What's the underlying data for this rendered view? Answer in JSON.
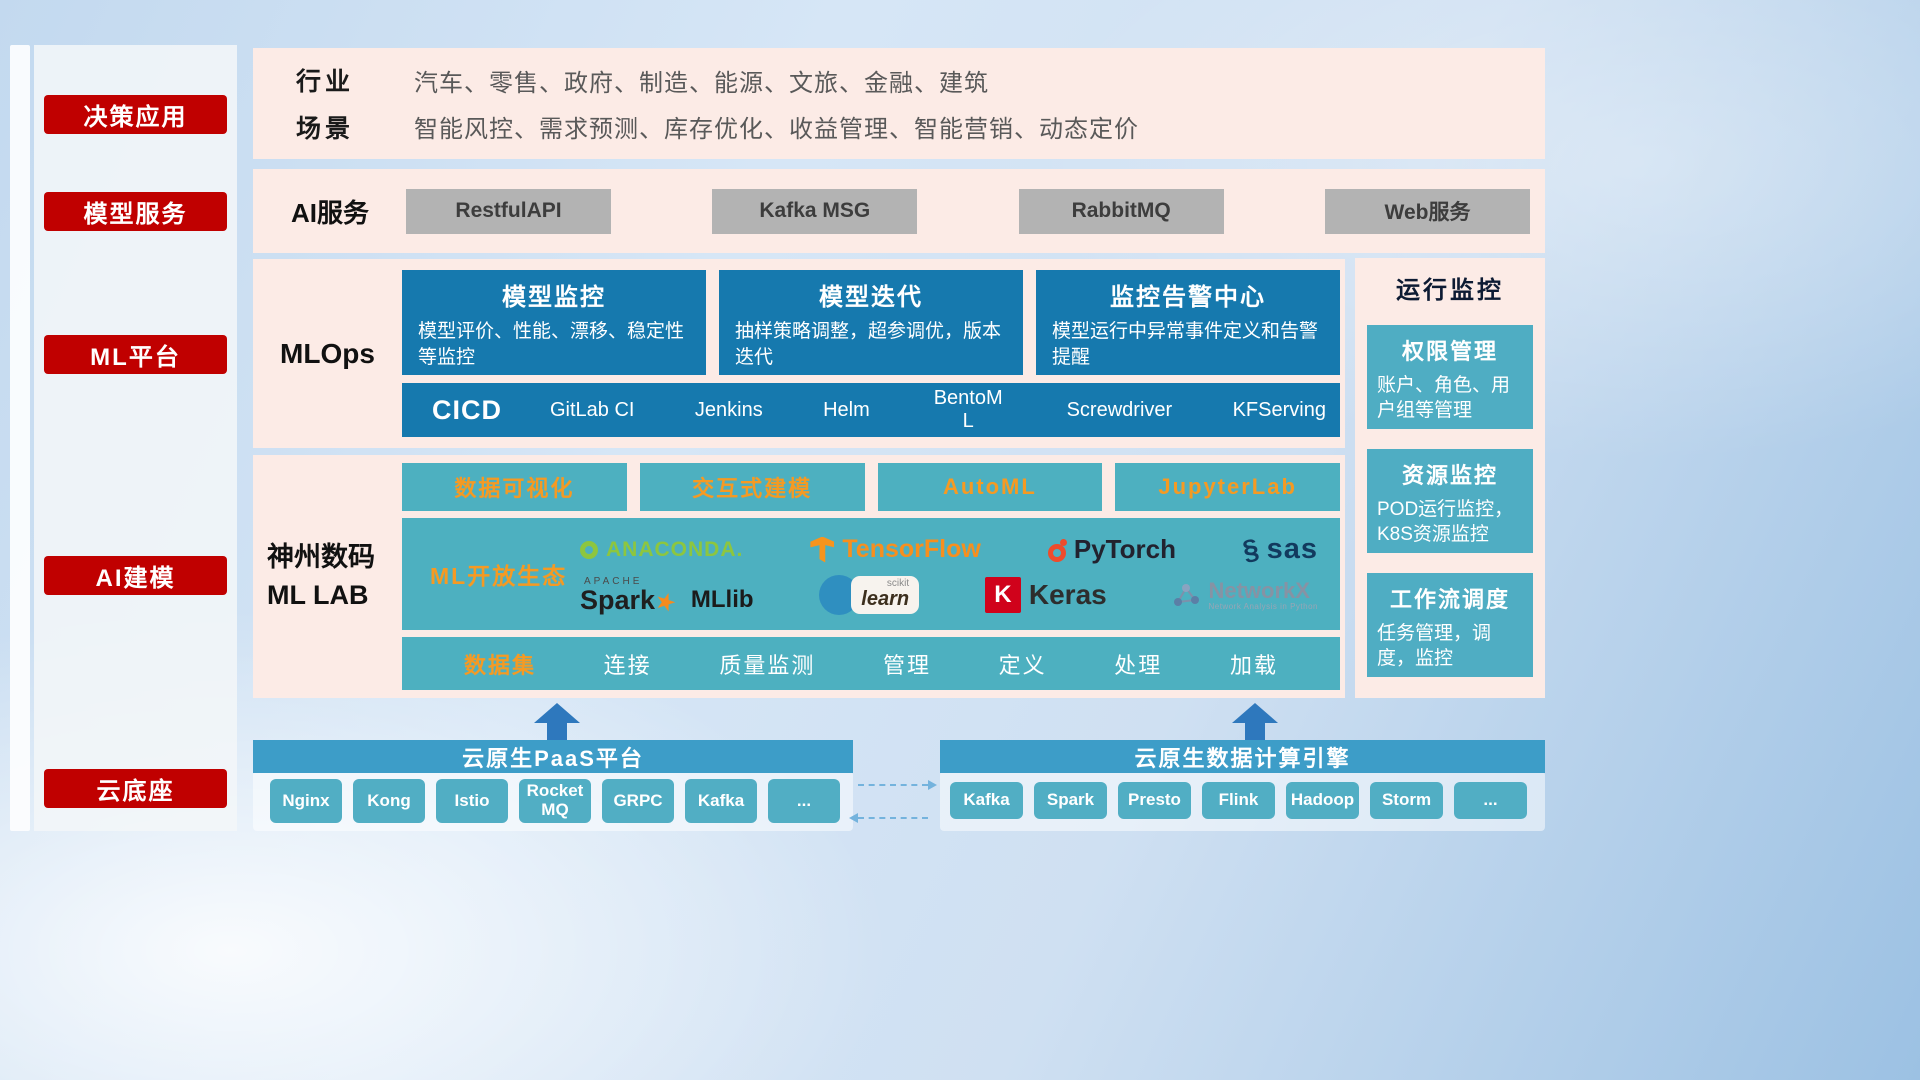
{
  "sidebar": {
    "items": [
      {
        "label": "决策应用"
      },
      {
        "label": "模型服务"
      },
      {
        "label": "ML平台"
      },
      {
        "label": "AI建模"
      },
      {
        "label": "云底座"
      }
    ]
  },
  "industry": {
    "rows": [
      {
        "label": "行业",
        "value": "汽车、零售、政府、制造、能源、文旅、金融、建筑"
      },
      {
        "label": "场景",
        "value": "智能风控、需求预测、库存优化、收益管理、智能营销、动态定价"
      }
    ]
  },
  "ai_service": {
    "label": "AI服务",
    "buttons": [
      {
        "label": "RestfulAPI"
      },
      {
        "label": "Kafka MSG"
      },
      {
        "label": "RabbitMQ"
      },
      {
        "label": "Web服务"
      }
    ]
  },
  "mlops": {
    "label": "MLOps",
    "cards": [
      {
        "title": "模型监控",
        "desc": "模型评价、性能、漂移、稳定性等监控"
      },
      {
        "title": "模型迭代",
        "desc": "抽样策略调整，超参调优，版本迭代"
      },
      {
        "title": "监控告警中心",
        "desc": "模型运行中异常事件定义和告警提醒"
      }
    ],
    "cicd": {
      "label": "CICD",
      "items": [
        {
          "label": "GitLab CI"
        },
        {
          "label": "Jenkins"
        },
        {
          "label": "Helm"
        },
        {
          "label": "BentoML"
        },
        {
          "label": "Screwdriver"
        },
        {
          "label": "KFServing"
        }
      ]
    }
  },
  "mllab": {
    "label_line1": "神州数码",
    "label_line2": "ML LAB",
    "tools": [
      {
        "label": "数据可视化"
      },
      {
        "label": "交互式建模"
      },
      {
        "label": "AutoML"
      },
      {
        "label": "JupyterLab"
      }
    ],
    "ecosystem": {
      "label": "ML开放生态",
      "logos": {
        "anaconda": "ANACONDA.",
        "tensorflow": "TensorFlow",
        "pytorch": "PyTorch",
        "sas": "sas",
        "apache": "APACHE",
        "spark": "Spark",
        "mllib": "MLlib",
        "scikit_top": "scikit",
        "scikit_main": "learn",
        "keras_mark": "K",
        "keras": "Keras",
        "networkx": "NetworkX",
        "networkx_sub": "Network Analysis in Python"
      }
    },
    "dataset": {
      "label": "数据集",
      "items": [
        {
          "label": "连接"
        },
        {
          "label": "质量监测"
        },
        {
          "label": "管理"
        },
        {
          "label": "定义"
        },
        {
          "label": "处理"
        },
        {
          "label": "加载"
        }
      ]
    }
  },
  "monitor": {
    "title": "运行监控",
    "boxes": [
      {
        "title": "权限管理",
        "desc": "账户、角色、用户组等管理"
      },
      {
        "title": "资源监控",
        "desc": "POD运行监控，K8S资源监控"
      },
      {
        "title": "工作流调度",
        "desc": "任务管理，调度，监控"
      }
    ]
  },
  "bottom": {
    "paas": {
      "title": "云原生PaaS平台",
      "items": [
        "Nginx",
        "Kong",
        "Istio",
        "RocketMQ",
        "GRPC",
        "Kafka",
        "..."
      ]
    },
    "engine": {
      "title": "云原生数据计算引擎",
      "items": [
        "Kafka",
        "Spark",
        "Presto",
        "Flink",
        "Hadoop",
        "Storm",
        "..."
      ]
    }
  },
  "colors": {
    "accent_red": "#c00000",
    "band_pink": "#fcebe6",
    "deep_blue": "#1679ae",
    "teal": "#4db0c0",
    "chip_teal": "#51aec4",
    "bar_blue": "#3d9dc8",
    "orange": "#f59a23",
    "button_gray": "#b3b3b3",
    "arrow_blue": "#2e78bd"
  }
}
